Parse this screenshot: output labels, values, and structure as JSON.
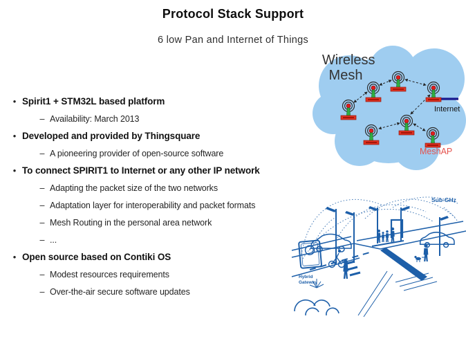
{
  "slide": {
    "title": "Protocol Stack Support",
    "subtitle": "6 low Pan and Internet of Things"
  },
  "markers": {
    "bullet": "•",
    "dash": "–"
  },
  "bullets": [
    {
      "label": "Spirit1 + STM32L based platform",
      "subs": [
        "Availability: March 2013"
      ]
    },
    {
      "label": "Developed and provided by Thingsquare",
      "subs": [
        "A pioneering provider of open-source software"
      ]
    },
    {
      "label": "To connect SPIRIT1 to Internet or any other IP network",
      "subs": [
        "Adapting the packet size of the two networks",
        "Adaptation layer for interoperability and packet formats",
        "Mesh Routing in the personal area network",
        "..."
      ]
    },
    {
      "label": "Open source based on Contiki OS",
      "subs": [
        "Modest resources requirements",
        "Over-the-air secure software updates"
      ]
    }
  ],
  "mesh": {
    "title_line1": "Wireless",
    "title_line2": "Mesh",
    "internet_label": "Internet",
    "meshap_label": "MeshAP",
    "colors": {
      "cloud": "#9fcdf0",
      "node_base": "#e03222",
      "node_pole": "#2fae42",
      "signal_ring": "#2b2b2b",
      "internet_line": "#18188e",
      "meshap_label": "#e4524d",
      "title_text": "#333333"
    }
  },
  "city": {
    "subghz_label": "Sub-GHz",
    "gateway_line1": "Hybrid",
    "gateway_line2": "Gateway",
    "colors": {
      "line": "#1d5fa9"
    }
  }
}
